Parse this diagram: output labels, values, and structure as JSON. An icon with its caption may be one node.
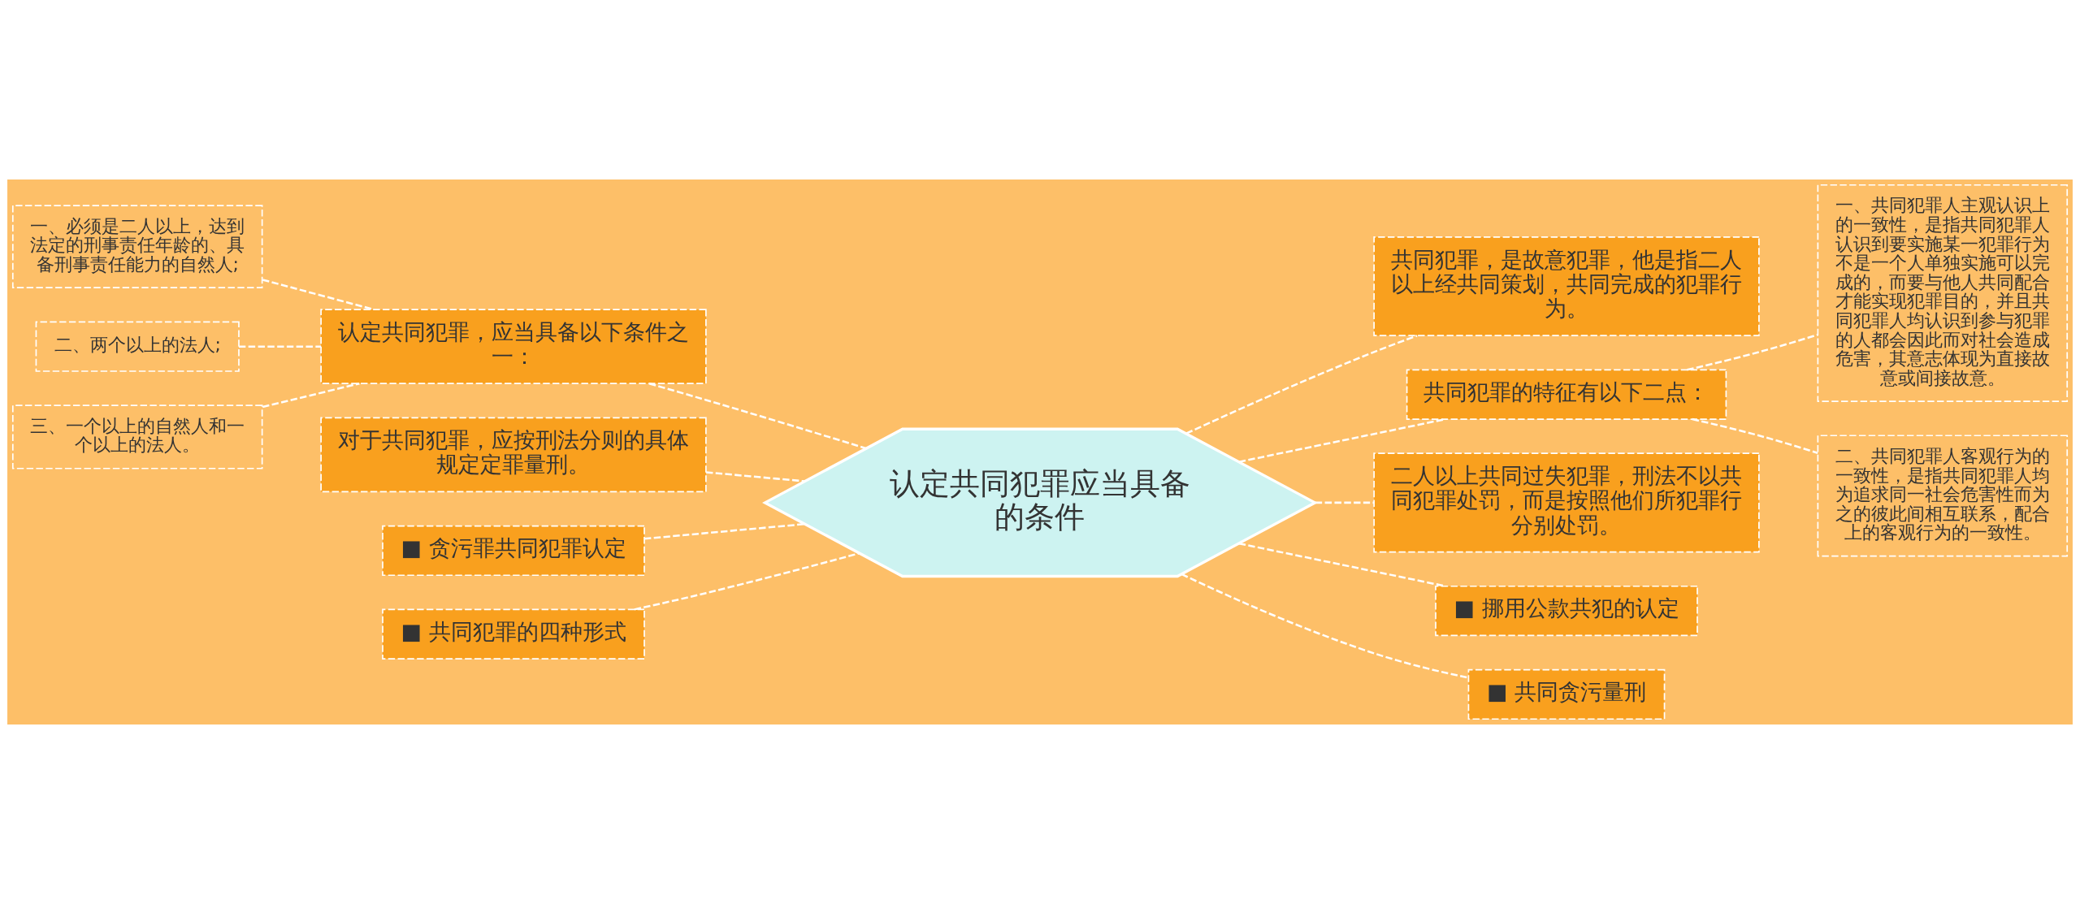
{
  "diagram": {
    "nodes": [
      {
        "text": [
          "认定共同犯罪应当具备的条件"
        ]
      },
      {
        "text": [
          "认定共同犯罪，应当具备以下条件之一："
        ]
      },
      {
        "text": [
          "一、必须是二人以上，达到法定的刑事责任年龄的、具备刑事责任能力的自然人;"
        ]
      },
      {
        "text": [
          "二、两个以上的法人;"
        ]
      },
      {
        "text": [
          "三、一个以上的自然人和一个以上的法人。"
        ]
      },
      {
        "text": [
          "对于共同犯罪，应按刑法分则的具体规定定罪量刑。"
        ]
      },
      {
        "text": [
          "■ 贪污罪共同犯罪认定"
        ]
      },
      {
        "text": [
          "■ 共同犯罪的四种形式"
        ]
      },
      {
        "text": [
          "共同犯罪，是故意犯罪，他是指二人以上经共同策划，共同完成的犯罪行为。"
        ]
      },
      {
        "text": [
          "共同犯罪的特征有以下二点："
        ]
      },
      {
        "text": [
          "一、共同犯罪人主观认识上的一致性，是指共同犯罪人认识到要实施某一犯罪行为不是一个人单独实施可以完成的，而要与他人共同配合才能实现犯罪目的，并且共同犯罪人均认识到参与犯罪的人都会因此而对社会造成危害，其意志体现为直接故意或间接故意。"
        ]
      },
      {
        "text": [
          "二、共同犯罪人客观行为的一致性，是指共同犯罪人均为追求同一社会危害性而为之的彼此间相互联系，配合上的客观行为的一致性。"
        ]
      },
      {
        "text": [
          "二人以上共同过失犯罪，刑法不以共同犯罪处罚，而是按照他们所犯罪行分别处罚。"
        ]
      },
      {
        "text": [
          "■ 挪用公款共犯的认定"
        ]
      },
      {
        "text": [
          "■ 共同贪污量刑"
        ]
      }
    ],
    "edges": [
      {
        "from": 0,
        "to": 1,
        "arrow": "none",
        "style": "dashed"
      },
      {
        "from": 1,
        "to": 2,
        "arrow": "none",
        "style": "dashed"
      },
      {
        "from": 1,
        "to": 3,
        "arrow": "none",
        "style": "dashed"
      },
      {
        "from": 1,
        "to": 4,
        "arrow": "none",
        "style": "dashed"
      },
      {
        "from": 0,
        "to": 5,
        "arrow": "none",
        "style": "dashed"
      },
      {
        "from": 0,
        "to": 6,
        "arrow": "none",
        "style": "dashed"
      },
      {
        "from": 0,
        "to": 7,
        "arrow": "none",
        "style": "dashed"
      },
      {
        "from": 0,
        "to": 8,
        "arrow": "none",
        "style": "dashed"
      },
      {
        "from": 0,
        "to": 9,
        "arrow": "none",
        "style": "dashed"
      },
      {
        "from": 9,
        "to": 10,
        "arrow": "none",
        "style": "dashed"
      },
      {
        "from": 9,
        "to": 11,
        "arrow": "none",
        "style": "dashed"
      },
      {
        "from": 0,
        "to": 12,
        "arrow": "none",
        "style": "dashed"
      },
      {
        "from": 0,
        "to": 13,
        "arrow": "none",
        "style": "dashed"
      },
      {
        "from": 0,
        "to": 14,
        "arrow": "none",
        "style": "dashed"
      }
    ]
  }
}
